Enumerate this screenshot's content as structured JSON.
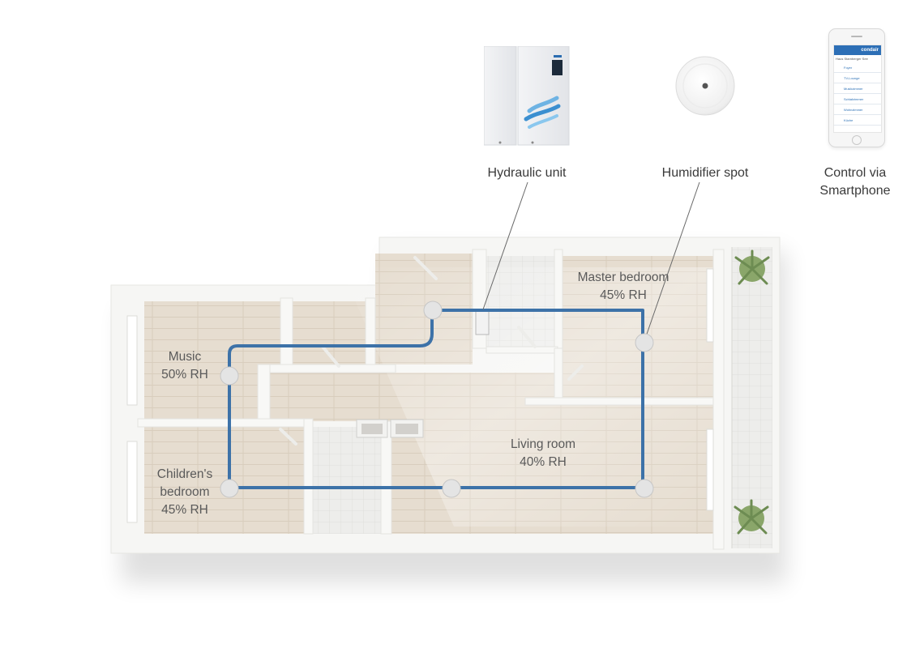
{
  "devices": {
    "hydraulic_unit": {
      "label": "Hydraulic unit"
    },
    "humidifier_spot": {
      "label": "Humidifier spot"
    },
    "smartphone": {
      "label_line1": "Control via",
      "label_line2": "Smartphone",
      "app_brand": "condair",
      "app_location": "Haus Starnberger See",
      "app_rooms": [
        "Foyer",
        "TV-Lounge",
        "Musikzimmer",
        "Schlafzimmer",
        "Wohnzimmer",
        "Küche"
      ]
    }
  },
  "rooms": {
    "music": {
      "name": "Music",
      "humidity": "50% RH"
    },
    "childrens_bedroom": {
      "name_line1": "Children's",
      "name_line2": "bedroom",
      "humidity": "45% RH"
    },
    "master_bedroom": {
      "name": "Master bedroom",
      "humidity": "45% RH"
    },
    "living_room": {
      "name": "Living room",
      "humidity": "40% RH"
    }
  },
  "colors": {
    "pipe": "#3d72a8",
    "floor": "#e6ddd0",
    "wall": "#f6f6f4",
    "spot": "#e4e4e4"
  }
}
